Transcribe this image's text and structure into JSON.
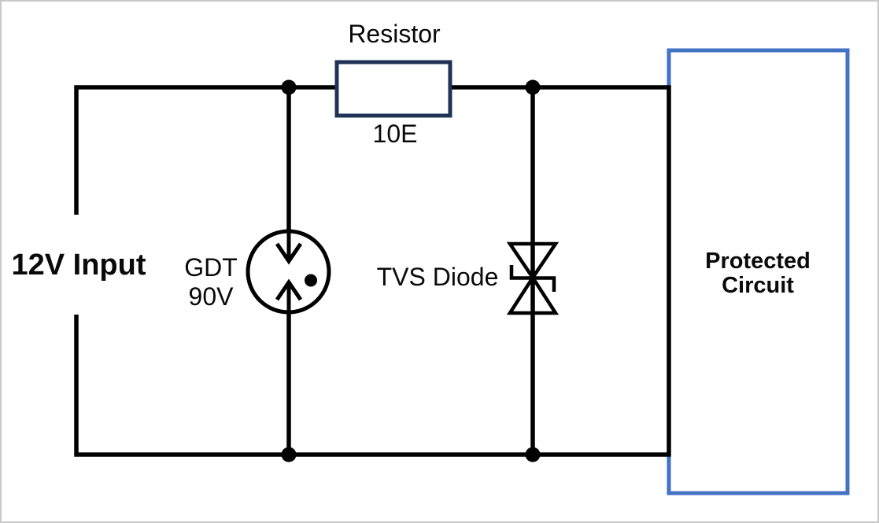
{
  "diagram": {
    "type": "circuit-schematic",
    "description": "Surge protection circuit with GDT, series resistor and TVS diode protecting a load",
    "colors": {
      "wire": "#000000",
      "resistor_border": "#1e3355",
      "protected_box_border": "#4472c4",
      "background": "#ffffff",
      "page_border": "#c9c9c9",
      "text": "#0a0a0a"
    },
    "labels": {
      "input": "12V Input",
      "resistor_name": "Resistor",
      "resistor_value": "10E",
      "gdt_line1": "GDT",
      "gdt_line2": "90V",
      "tvs": "TVS Diode",
      "protected_line1": "Protected",
      "protected_line2": "Circuit"
    },
    "components": [
      {
        "name": "gdt",
        "value": "90V",
        "symbol": "gas-discharge-tube"
      },
      {
        "name": "resistor",
        "value": "10E",
        "symbol": "box-resistor"
      },
      {
        "name": "tvs-diode",
        "symbol": "bidirectional-tvs"
      },
      {
        "name": "protected-circuit",
        "symbol": "block"
      }
    ]
  }
}
